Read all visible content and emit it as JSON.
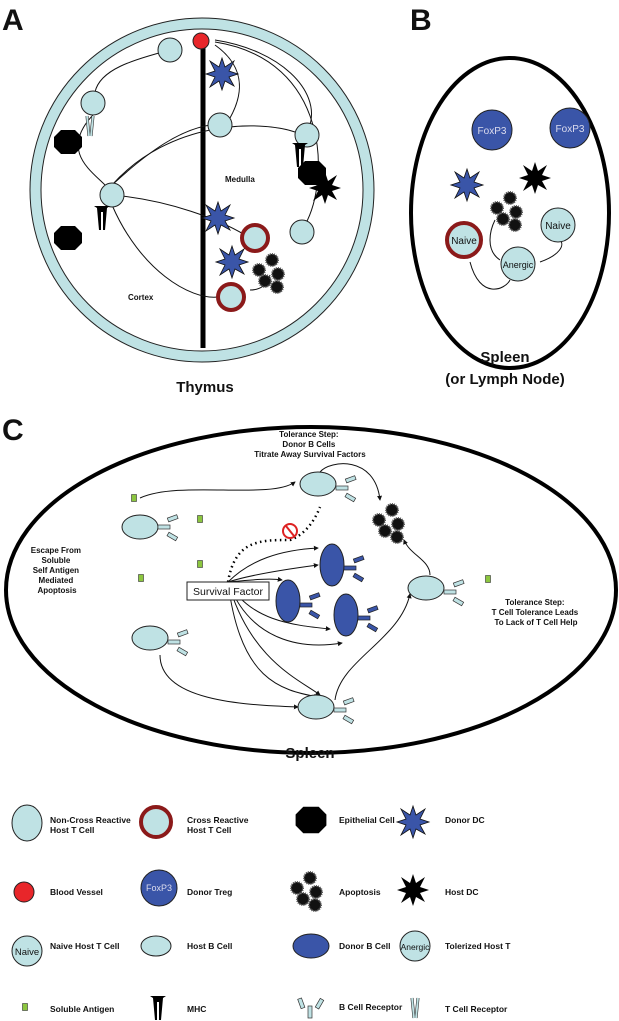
{
  "panels": {
    "a": {
      "letter": "A",
      "title": "Thymus",
      "labels": {
        "medulla": "Medulla",
        "cortex": "Cortex"
      }
    },
    "b": {
      "letter": "B",
      "title_line1": "Spleen",
      "title_line2": "(or Lymph Node)",
      "cell_labels": {
        "foxp3": "FoxP3",
        "naive": "Naive",
        "anergic": "Anergic"
      }
    },
    "c": {
      "letter": "C",
      "title": "Spleen",
      "survival_factor": "Survival Factor",
      "note_top": [
        "Tolerance Step:",
        "Donor B Cells",
        "Titrate Away Survival Factors"
      ],
      "note_left": [
        "Escape From",
        "Soluble",
        "Self Antigen",
        "Mediated",
        "Apoptosis"
      ],
      "note_right": [
        "Tolerance Step:",
        "T Cell Tolerance Leads",
        "To Lack of T Cell Help"
      ]
    }
  },
  "legend": [
    [
      "Non-Cross Reactive",
      "Host T Cell"
    ],
    [
      "Cross Reactive",
      "Host T Cell"
    ],
    [
      "Epithelial Cell"
    ],
    [
      "Donor DC"
    ],
    [
      "Blood Vessel"
    ],
    [
      "Donor Treg"
    ],
    [
      "Apoptosis"
    ],
    [
      "Host DC"
    ],
    [
      "Naive Host T Cell"
    ],
    [
      "Host B Cell"
    ],
    [
      "Donor B Cell"
    ],
    [
      "Tolerized Host T"
    ],
    [
      "Soluble Antigen"
    ],
    [
      "MHC"
    ],
    [
      "B Cell Receptor"
    ],
    [
      "T Cell Receptor"
    ]
  ],
  "colors": {
    "host_cell": "#bfe2e4",
    "cross_reactive_ring": "#8b1a1a",
    "donor": "#3a55a8",
    "blood_vessel": "#e8262a",
    "antigen": "#8cc63f"
  }
}
